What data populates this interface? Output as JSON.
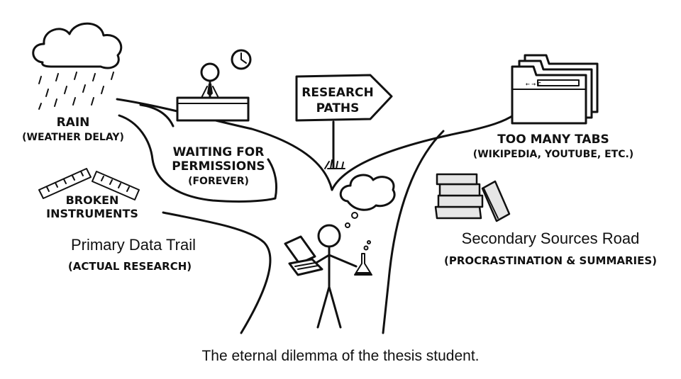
{
  "hazards": {
    "rain": {
      "title": "RAIN",
      "note": "(WEATHER DELAY)"
    },
    "waiting": {
      "line1": "WAITING FOR",
      "line2": "PERMISSIONS",
      "note": "(FOREVER)"
    },
    "broken": {
      "line1": "BROKEN",
      "line2": "INSTRUMENTS"
    },
    "tabs": {
      "title": "TOO MANY TABS",
      "note": "(WIKIPEDIA, YOUTUBE, ETC.)"
    }
  },
  "signpost": {
    "line1": "RESEARCH",
    "line2": "PATHS"
  },
  "paths": {
    "primary": {
      "title": "Primary Data Trail",
      "note": "(ACTUAL RESEARCH)"
    },
    "secondary": {
      "title": "Secondary Sources Road",
      "note": "(PROCRASTINATION & SUMMARIES)"
    }
  },
  "browser_icons": "← → C",
  "caption": "The eternal dilemma of the thesis student."
}
